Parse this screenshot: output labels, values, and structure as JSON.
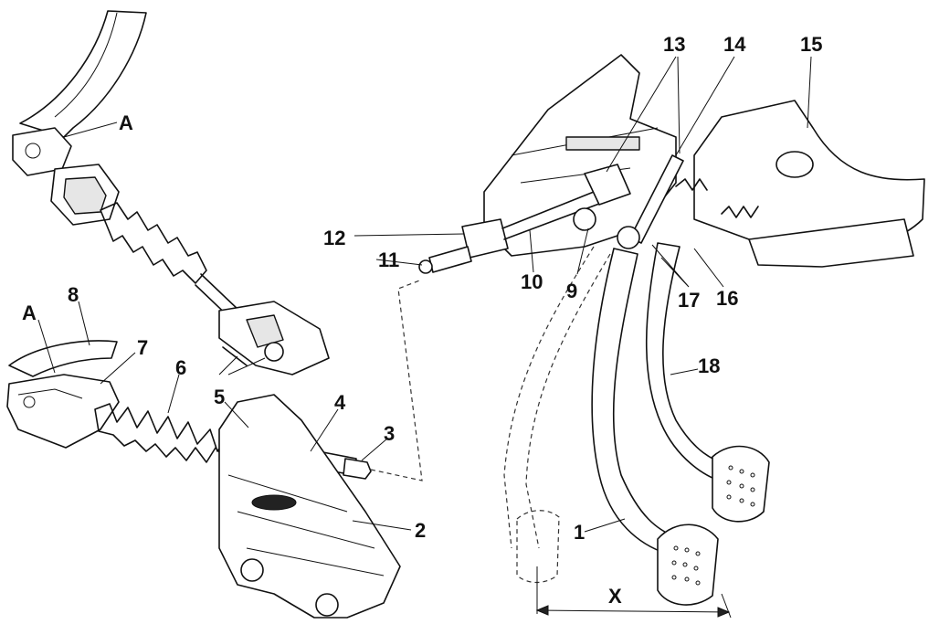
{
  "labels": {
    "A_top": "A",
    "A_left": "A",
    "n1": "1",
    "n2": "2",
    "n3": "3",
    "n4": "4",
    "n5": "5",
    "n6": "6",
    "n7": "7",
    "n8": "8",
    "n9": "9",
    "n10": "10",
    "n11": "11",
    "n12": "12",
    "n13": "13",
    "n14": "14",
    "n15": "15",
    "n16": "16",
    "n17": "17",
    "n18": "18",
    "X": "X"
  }
}
